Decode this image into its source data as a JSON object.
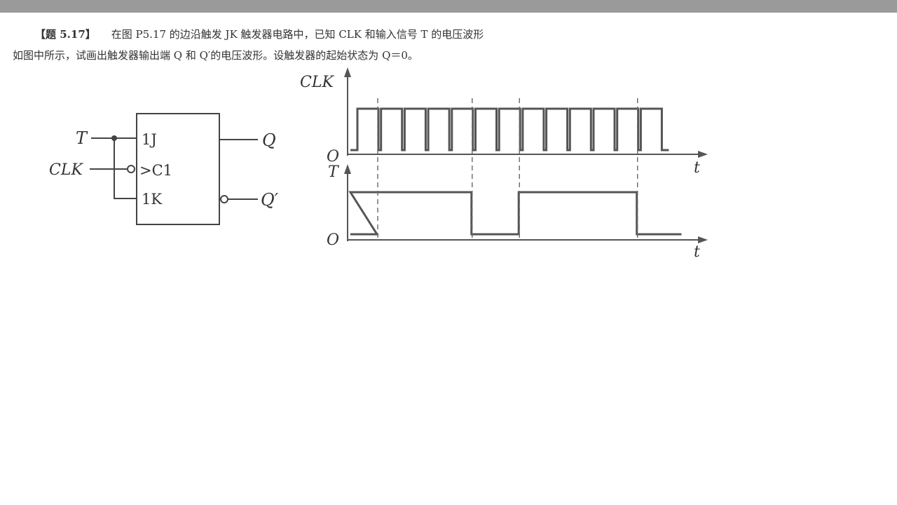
{
  "problem": {
    "tag": "【题 5.17】",
    "line1": "在图 P5.17 的边沿触发 JK 触发器电路中，已知 CLK 和输入信号 T 的电压波形",
    "line2": "如图中所示，试画出触发器输出端 Q 和 Q′的电压波形。设触发器的起始状态为 Q＝0。"
  },
  "circuit": {
    "input_t": "T",
    "input_clk": "CLK",
    "pin_1j": "1J",
    "pin_c1": ">C1",
    "pin_1k": "1K",
    "output_q": "Q",
    "output_qn": "Q′"
  },
  "timing": {
    "clk_label": "CLK",
    "t_label": "T",
    "origin_label": "O",
    "time_label": "t",
    "clk_pulses": 13,
    "t_levels": [
      {
        "until_pulse_falling": 0,
        "level": 0
      },
      {
        "until_pulse_falling": 5,
        "level": 1
      },
      {
        "until_pulse_falling": 7,
        "level": 0
      },
      {
        "until_pulse_falling": 12,
        "level": 1
      },
      {
        "until_pulse_falling": 13,
        "level": 0
      }
    ]
  }
}
